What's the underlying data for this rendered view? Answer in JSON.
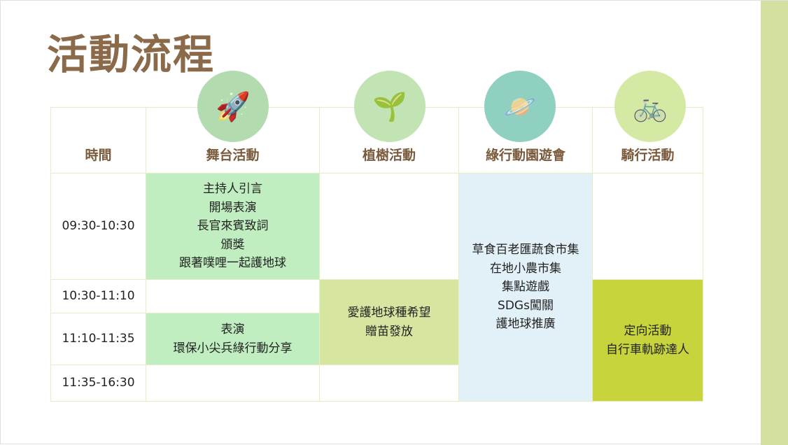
{
  "title": "活動流程",
  "headers": {
    "time": "時間",
    "stage": "舞台活動",
    "tree": "植樹活動",
    "green": "綠行動園遊會",
    "bike": "騎行活動"
  },
  "times": [
    "09:30-10:30",
    "10:30-11:10",
    "11:10-11:35",
    "11:35-16:30"
  ],
  "stage": {
    "block1": "主持人引言\n開場表演\n長官來賓致詞\n頒獎\n跟著噗哩一起護地球",
    "block2": "表演\n環保小尖兵綠行動分享"
  },
  "tree": {
    "block1": "愛護地球種希望\n贈苗發放"
  },
  "green": {
    "block1": "草食百老匯蔬食市集\n在地小農市集\n集點遊戲\nSDGs闖關\n護地球推廣"
  },
  "bike": {
    "block1": "定向活動\n自行車軌跡達人"
  },
  "colors": {
    "stage": "#c0eec0",
    "tree": "#d6e6a0",
    "green": "#e2f1f8",
    "bike": "#c8d43c",
    "title": "#8b6a4a"
  }
}
